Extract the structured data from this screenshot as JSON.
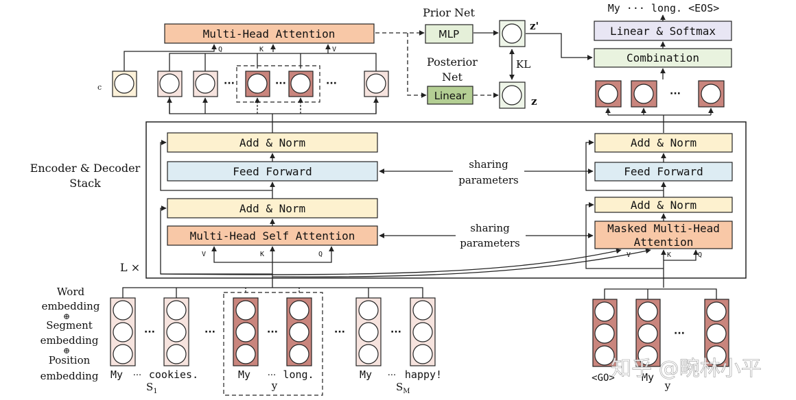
{
  "colors": {
    "orange": "#f8c8a7",
    "yellow": "#fdf1cf",
    "blue": "#ddecf3",
    "green_mlp": "#e5f0d9",
    "green_linear": "#b4cf94",
    "green_combination": "#e9f3df",
    "lavender": "#e8e6f4",
    "pink_dark": "#c9857d",
    "pink_light": "#f6e3de",
    "cream": "#fcf1d9",
    "mint": "#eef5e8",
    "stroke": "#222222"
  },
  "encoder": {
    "mha_top": "Multi-Head Attention",
    "q": "Q",
    "k": "K",
    "v": "V",
    "c": "c",
    "add_norm_top": "Add & Norm",
    "feed_forward": "Feed Forward",
    "add_norm_bottom": "Add & Norm",
    "self_attention": "Multi-Head Self Attention",
    "sa_v": "V",
    "sa_k": "K",
    "sa_q": "Q"
  },
  "stack_label_1": "Encoder & Decoder",
  "stack_label_2": "Stack",
  "l_times": "L ×",
  "sharing_top_1": "sharing",
  "sharing_top_2": "parameters",
  "sharing_bottom_1": "sharing",
  "sharing_bottom_2": "parameters",
  "decoder": {
    "add_norm_top": "Add & Norm",
    "feed_forward": "Feed Forward",
    "add_norm_bottom": "Add & Norm",
    "masked_1": "Masked Multi-Head",
    "masked_2": "Attention",
    "v": "V",
    "k": "K",
    "q": "Q"
  },
  "prior_net": "Prior Net",
  "mlp": "MLP",
  "posterior_1": "Posterior",
  "posterior_2": "Net",
  "linear": "Linear",
  "z_prime": "z'",
  "z": "z",
  "kl": "KL",
  "output_text": "My ··· long. <EOS>",
  "linear_softmax": "Linear & Softmax",
  "combination": "Combination",
  "emb_labels": [
    "Word",
    "embedding",
    "⊕",
    "Segment",
    "embedding",
    "⊕",
    "Position",
    "embedding"
  ],
  "bottom": {
    "my1": "My",
    "dots1": "···",
    "cookies": "cookies.",
    "s1": "S",
    "s1_sub": "1",
    "my2": "My",
    "dots2": "···",
    "long": "long.",
    "y1": "y",
    "my3": "My",
    "dots3": "···",
    "happy": "happy!",
    "sm": "S",
    "sm_sub": "M",
    "go": "<GO>",
    "my4": "My",
    "y2": "y"
  },
  "ellipsis": "···",
  "watermark": "知乎 @畹林小平"
}
